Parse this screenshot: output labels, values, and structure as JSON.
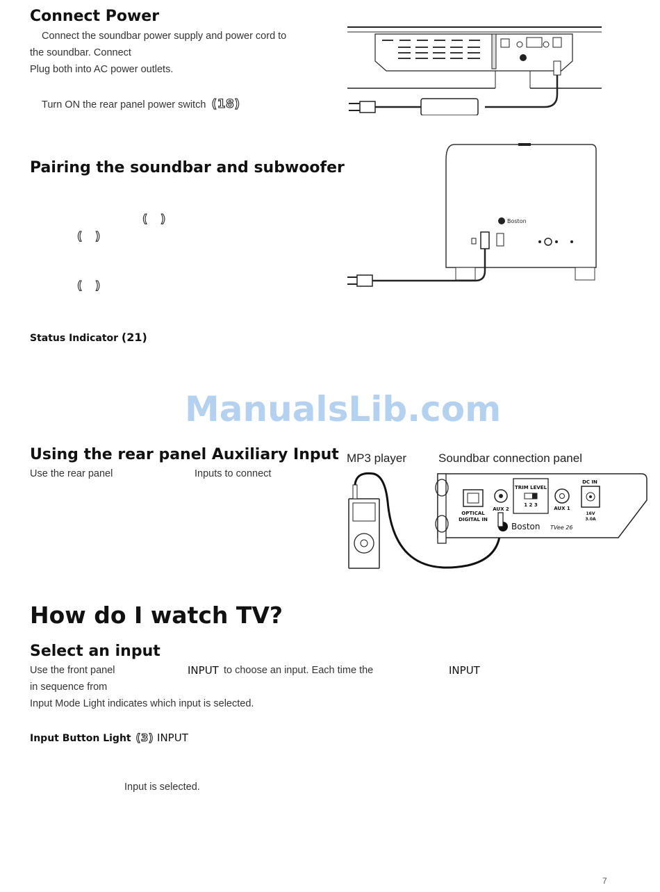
{
  "connect_power": {
    "heading": "Connect Power",
    "line1": "Connect the soundbar power supply and power cord to",
    "line2": "the soundbar. Connect",
    "line3": "Plug both into AC power outlets.",
    "line4": "Turn ON the rear panel power switch",
    "ref": "(18)"
  },
  "pairing": {
    "heading": "Pairing the soundbar and subwoofer",
    "status_label": "Status Indicator",
    "status_ref": "(21)"
  },
  "watermark": "ManualsLib.com",
  "aux": {
    "heading": "Using the rear panel Auxiliary Input",
    "text_a": "Use the rear panel",
    "text_b": "Inputs to connect",
    "mp3_caption": "MP3 player",
    "panel_caption": "Soundbar connection panel"
  },
  "panel_labels": {
    "trim_level": "TRIM LEVEL",
    "trim_nums": "1 2 3",
    "aux1": "AUX 1",
    "aux2": "AUX 2",
    "optical1": "OPTICAL",
    "optical2": "DIGITAL IN",
    "dcin": "DC IN",
    "volt1": "16V",
    "volt2": "3.0A",
    "brand": "Boston",
    "model": "TVee 26"
  },
  "watch": {
    "heading": "How do I watch TV?"
  },
  "select_input": {
    "heading": "Select an input",
    "text1": "Use the front panel",
    "input_word": "INPUT",
    "text2": "to choose an input. Each time the",
    "input_word2": "INPUT",
    "line2": "in sequence from",
    "line3": "Input Mode Light indicates which input is selected.",
    "light_label": "Input Button Light",
    "light_ref": "(3)",
    "light_input": "INPUT",
    "last_line": "Input is selected."
  },
  "page_number": "7"
}
